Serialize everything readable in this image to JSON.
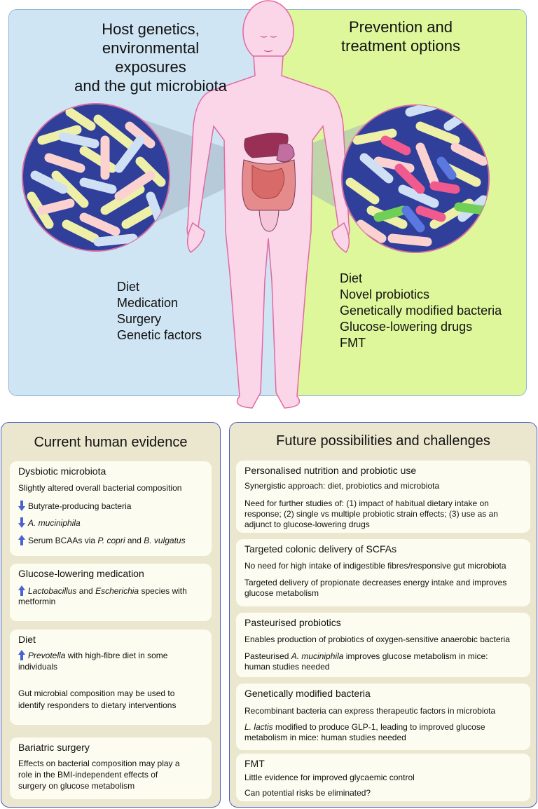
{
  "top": {
    "left_heading": [
      "Host genetics,",
      "environmental exposures",
      "and the gut microbiota"
    ],
    "right_heading": [
      "Prevention and",
      "treatment options"
    ],
    "left_factors": [
      "Diet",
      "Medication",
      "Surgery",
      "Genetic factors"
    ],
    "right_factors": [
      "Diet",
      "Novel probiotics",
      "Genetically modified bacteria",
      "Glucose-lowering drugs",
      "FMT"
    ],
    "colors": {
      "left_bg": "#cfe5f3",
      "right_bg": "#def79b",
      "circle": "#2f3f9a",
      "body": "#fbd6e9"
    }
  },
  "evidence": {
    "title": "Current human evidence",
    "cards": [
      {
        "title": "Dysbiotic microbiota",
        "text": "Slightly altered overall bacterial composition",
        "rows": [
          {
            "dir": "down",
            "parts": [
              "Butyrate-producing bacteria"
            ]
          },
          {
            "dir": "down",
            "parts": [
              "A. muciniphila"
            ]
          },
          {
            "dir": "up",
            "parts": [
              "Serum BCAAs via ",
              "P. copri",
              " and ",
              "B. vulgatus"
            ]
          }
        ]
      },
      {
        "title": "Glucose-lowering medication",
        "rows": [
          {
            "dir": "up",
            "parts": [
              "Lactobacillus",
              " and ",
              "Escherichia",
              " species with"
            ]
          }
        ],
        "cont": "metformin"
      },
      {
        "title": "Diet",
        "rows": [
          {
            "dir": "up",
            "parts": [
              "Prevotella",
              " with high-fibre diet in some"
            ]
          }
        ],
        "cont": "individuals",
        "text2": [
          "Gut microbial composition may be used to",
          "identify responders to dietary interventions"
        ]
      },
      {
        "title": "Bariatric surgery",
        "text_lines": [
          "Effects on bacterial composition may play a",
          "role in the BMI-independent effects of",
          "surgery on glucose metabolism"
        ]
      }
    ]
  },
  "future": {
    "title": "Future possibilities and challenges",
    "cards": [
      {
        "title": "Personalised nutrition and probiotic use",
        "lines": [
          "Synergistic approach: diet, probiotics and microbiota"
        ],
        "lines2": [
          "Need for further studies of: (1) impact of habitual dietary intake on",
          "response; (2) single vs multiple probiotic strain effects; (3) use as an",
          "adjunct to glucose-lowering drugs"
        ]
      },
      {
        "title": "Targeted colonic delivery of SCFAs",
        "lines": [
          "No need for high intake of indigestible fibres/responsive gut microbiota"
        ],
        "lines2": [
          "Targeted delivery of propionate decreases energy intake and improves",
          "glucose metabolism"
        ]
      },
      {
        "title": "Pasteurised probiotics",
        "lines": [
          "Enables production of probiotics of oxygen-sensitive anaerobic bacteria"
        ],
        "lines2_parts": [
          "Pasteurised  ",
          "A. muciniphila",
          " improves glucose metabolism in mice:"
        ],
        "lines2_cont": "human studies needed"
      },
      {
        "title": "Genetically modified bacteria",
        "lines": [
          "Recombinant bacteria can express therapeutic factors in microbiota"
        ],
        "lines2_parts": [
          "L. lactis",
          " modified to produce GLP-1, leading to improved glucose"
        ],
        "lines2_cont": "metabolism in mice: human studies needed"
      },
      {
        "title": "FMT",
        "lines": [
          "Little evidence for improved glycaemic control"
        ],
        "lines2": [
          "Can potential risks be eliminated?"
        ]
      }
    ]
  }
}
